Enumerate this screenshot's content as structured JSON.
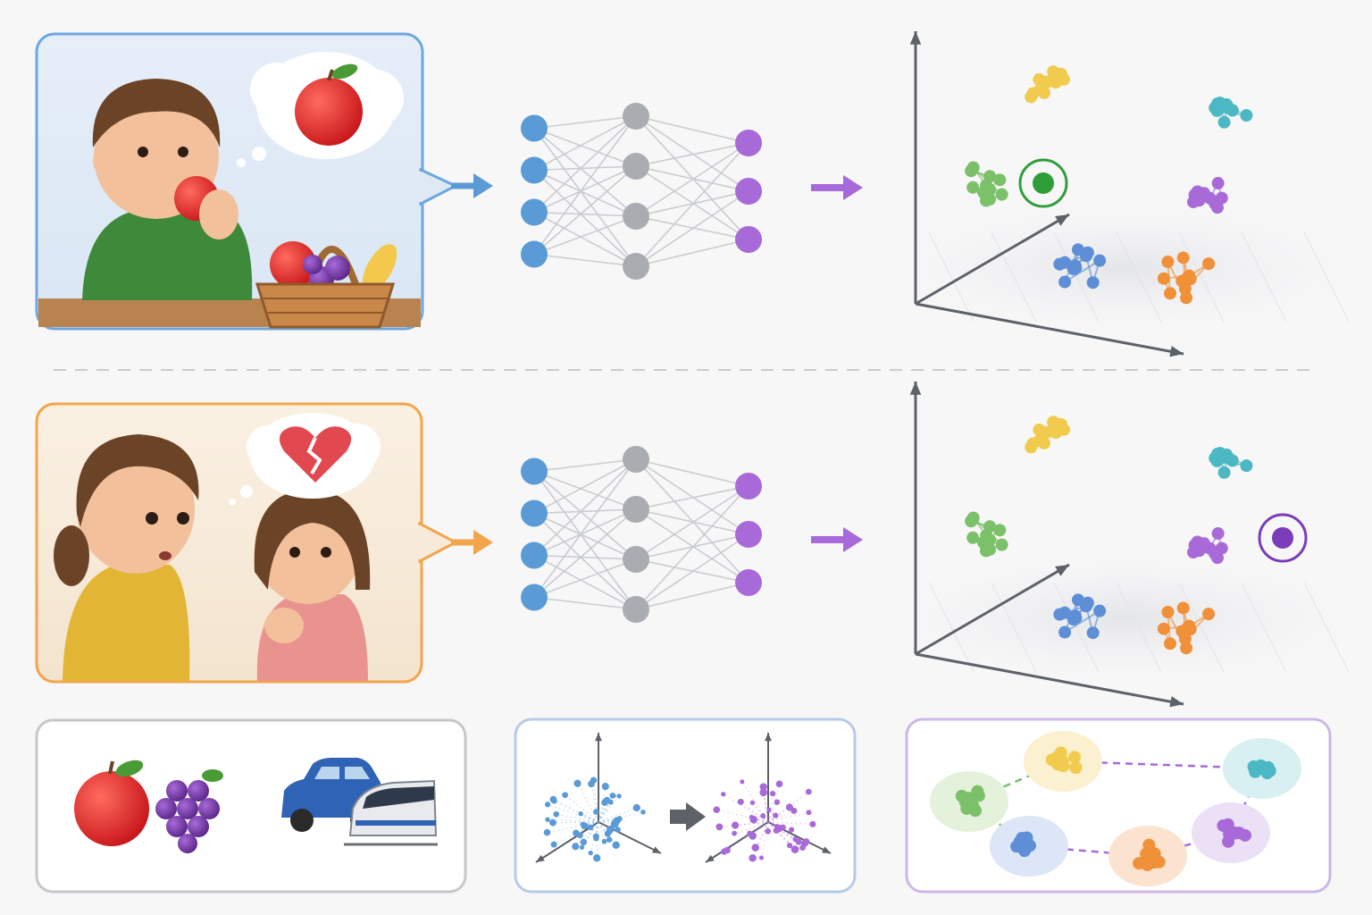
{
  "colors": {
    "background": "#f7f7f8",
    "input_blue": "#5b9bd5",
    "hidden_gray": "#a9adb2",
    "output_purple": "#a86ad8",
    "arrow_purple": "#a86ad8",
    "panel1_border": "#6fa6de",
    "panel1_fill": "#dfe9f5",
    "panel2_border": "#f2a54a",
    "panel2_fill": "#f7ead8",
    "cluster_yellow": "#f0cb4d",
    "cluster_teal": "#4cb8c4",
    "cluster_green": "#7cc06a",
    "cluster_purple": "#a86ad8",
    "cluster_blue": "#5e8fd6",
    "cluster_orange": "#f0913a",
    "highlight_green": "#2f9e3a",
    "highlight_purple": "#7a3cb8"
  },
  "rows": [
    {
      "id": "apple-row",
      "scene": "child-eating-apple",
      "thought_icon": "apple-icon",
      "highlight_cluster": "green",
      "highlight_color": "highlight_green"
    },
    {
      "id": "sad-row",
      "scene": "two-sad-children",
      "thought_icon": "broken-heart-icon",
      "highlight_cluster": "purple",
      "highlight_color": "highlight_purple"
    }
  ],
  "network": {
    "layers": [
      4,
      4,
      3
    ]
  },
  "bottom_panels": [
    {
      "id": "objects",
      "icons": [
        "apple-icon",
        "grapes-icon",
        "car-icon",
        "train-icon"
      ]
    },
    {
      "id": "scatter-transform",
      "icons": [
        "scatter-blue-icon",
        "arrow-right-icon",
        "scatter-purple-icon"
      ]
    },
    {
      "id": "cluster-graph",
      "icons": [
        "cluster-network-icon"
      ]
    }
  ]
}
